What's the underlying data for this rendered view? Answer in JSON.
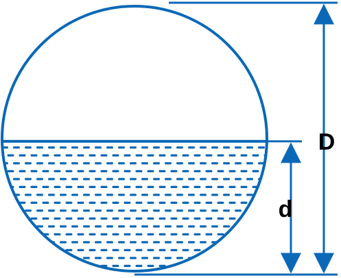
{
  "diagram": {
    "labels": {
      "diameter": "D",
      "depth": "d"
    },
    "fill_level": 0.49,
    "colors": {
      "line": "#0a68b7",
      "liquid": "#0a68b7",
      "label": "#000000",
      "background": "#ffffff"
    }
  }
}
